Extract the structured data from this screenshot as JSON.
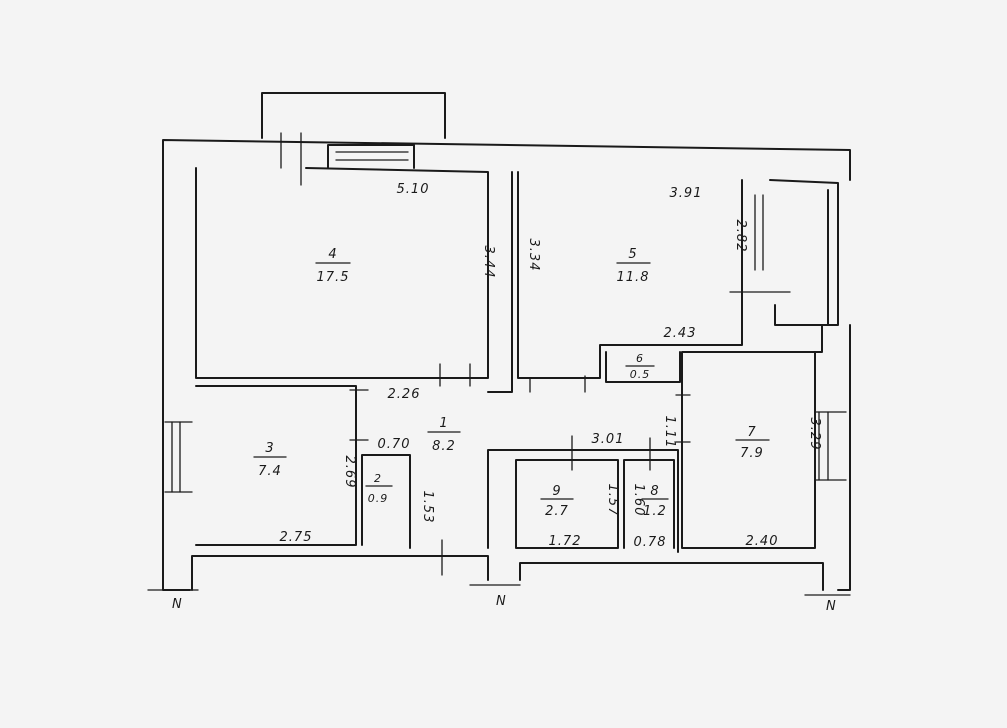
{
  "rooms": [
    {
      "id": "4",
      "area": "17.5"
    },
    {
      "id": "5",
      "area": "11.8"
    },
    {
      "id": "6",
      "area": "0.5"
    },
    {
      "id": "7",
      "area": "7.9"
    },
    {
      "id": "3",
      "area": "7.4"
    },
    {
      "id": "1",
      "area": "8.2"
    },
    {
      "id": "2",
      "area": "0.9"
    },
    {
      "id": "9",
      "area": "2.7"
    },
    {
      "id": "8",
      "area": "1.2"
    }
  ],
  "dimensions": {
    "r4_width": "5.10",
    "r4_height": "3.44",
    "r5_height": "3.34",
    "r5_width": "3.91",
    "r5_right": "2.82",
    "r5_bottom": "2.43",
    "hall_top": "2.26",
    "hall_inner": "0.70",
    "r3_height": "2.69",
    "r3_width": "2.75",
    "r2_height": "1.53",
    "r9_top": "3.01",
    "r6_side": "1.11",
    "r9_height": "1.57",
    "r8_height": "1.60",
    "r9_width": "1.72",
    "r8_width": "0.78",
    "r7_width": "2.40",
    "r7_height": "3.29"
  },
  "marks": {
    "entry_1": "N",
    "entry_2": "N",
    "entry_3": "N"
  }
}
